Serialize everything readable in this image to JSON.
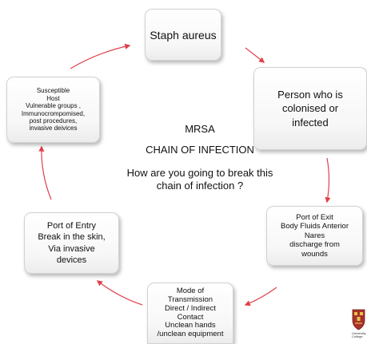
{
  "diagram": {
    "title": "MRSA",
    "subtitle": "CHAIN OF INFECTION",
    "question": "How  are you going to break this\nchain of infection ?",
    "nodes": {
      "staph": "Staph aureus",
      "person": "Person who is\ncolonised or\ninfected",
      "exit": "Port of Exit\nBody Fluids Anterior\nNares\ndischarge from\nwounds",
      "mode": "Mode of\nTransmission\nDirect / Indirect\nContact\nUnclean hands\n/unclean equipment",
      "entry": "Port of Entry\nBreak in the skin,\nVia invasive\ndevices",
      "host": "Susceptible\nHost\nVulnerable groups ,\nImmunocrompomised,\npost procedures,\ninvasive deivices"
    },
    "arrow_color": "#e0404a"
  },
  "logo": {
    "name": "university-crest-icon",
    "text": "University\nCollege"
  }
}
